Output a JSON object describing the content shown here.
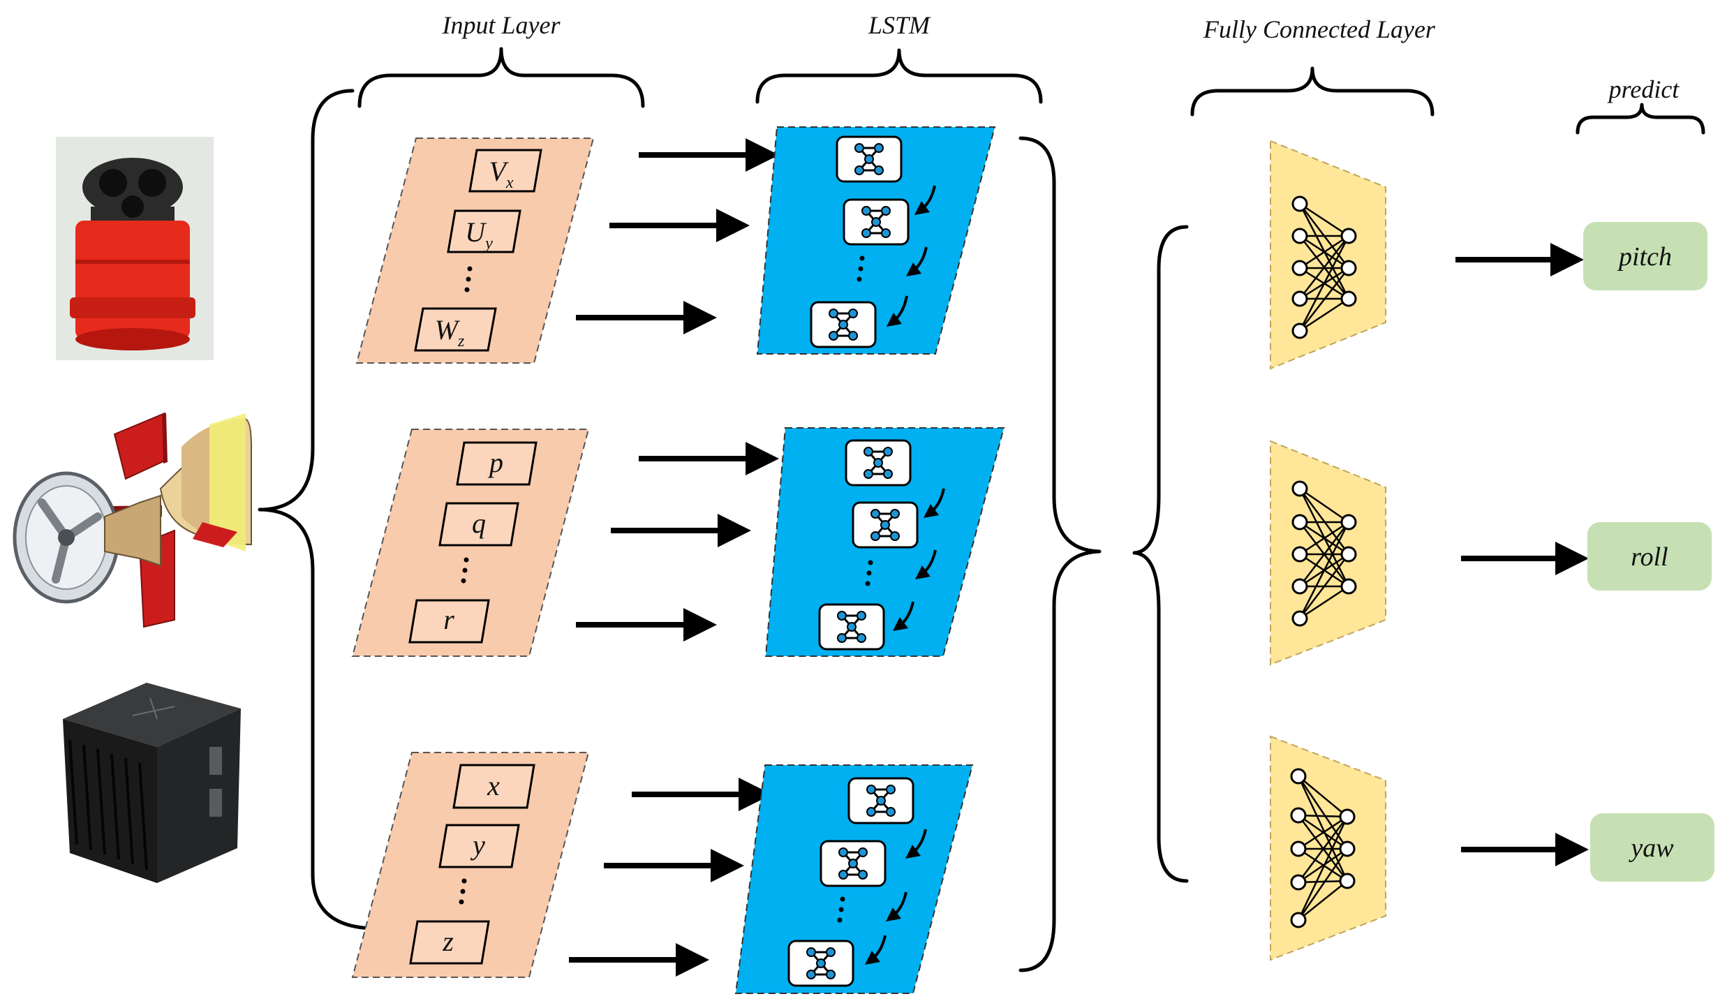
{
  "titles": {
    "input": "Input Layer",
    "lstm": "LSTM",
    "fc": "Fully Connected Layer",
    "predict": "predict"
  },
  "input_groups": [
    {
      "vars": [
        {
          "base": "V",
          "sub": "x"
        },
        {
          "base": "U",
          "sub": "y"
        },
        {
          "base": "W",
          "sub": "z"
        }
      ]
    },
    {
      "vars": [
        {
          "base": "p",
          "sub": ""
        },
        {
          "base": "q",
          "sub": ""
        },
        {
          "base": "r",
          "sub": ""
        }
      ]
    },
    {
      "vars": [
        {
          "base": "x",
          "sub": ""
        },
        {
          "base": "y",
          "sub": ""
        },
        {
          "base": "z",
          "sub": ""
        }
      ]
    }
  ],
  "outputs": [
    "pitch",
    "roll",
    "yaw"
  ],
  "sensor_icons": [
    "dvl-sensor-icon",
    "auv-vehicle-icon",
    "ins-unit-icon"
  ],
  "colors": {
    "input_fill": "#f8cbad",
    "lstm_fill": "#00b0f0",
    "fc_fill": "#ffe699",
    "output_fill": "#c6e0b4"
  }
}
